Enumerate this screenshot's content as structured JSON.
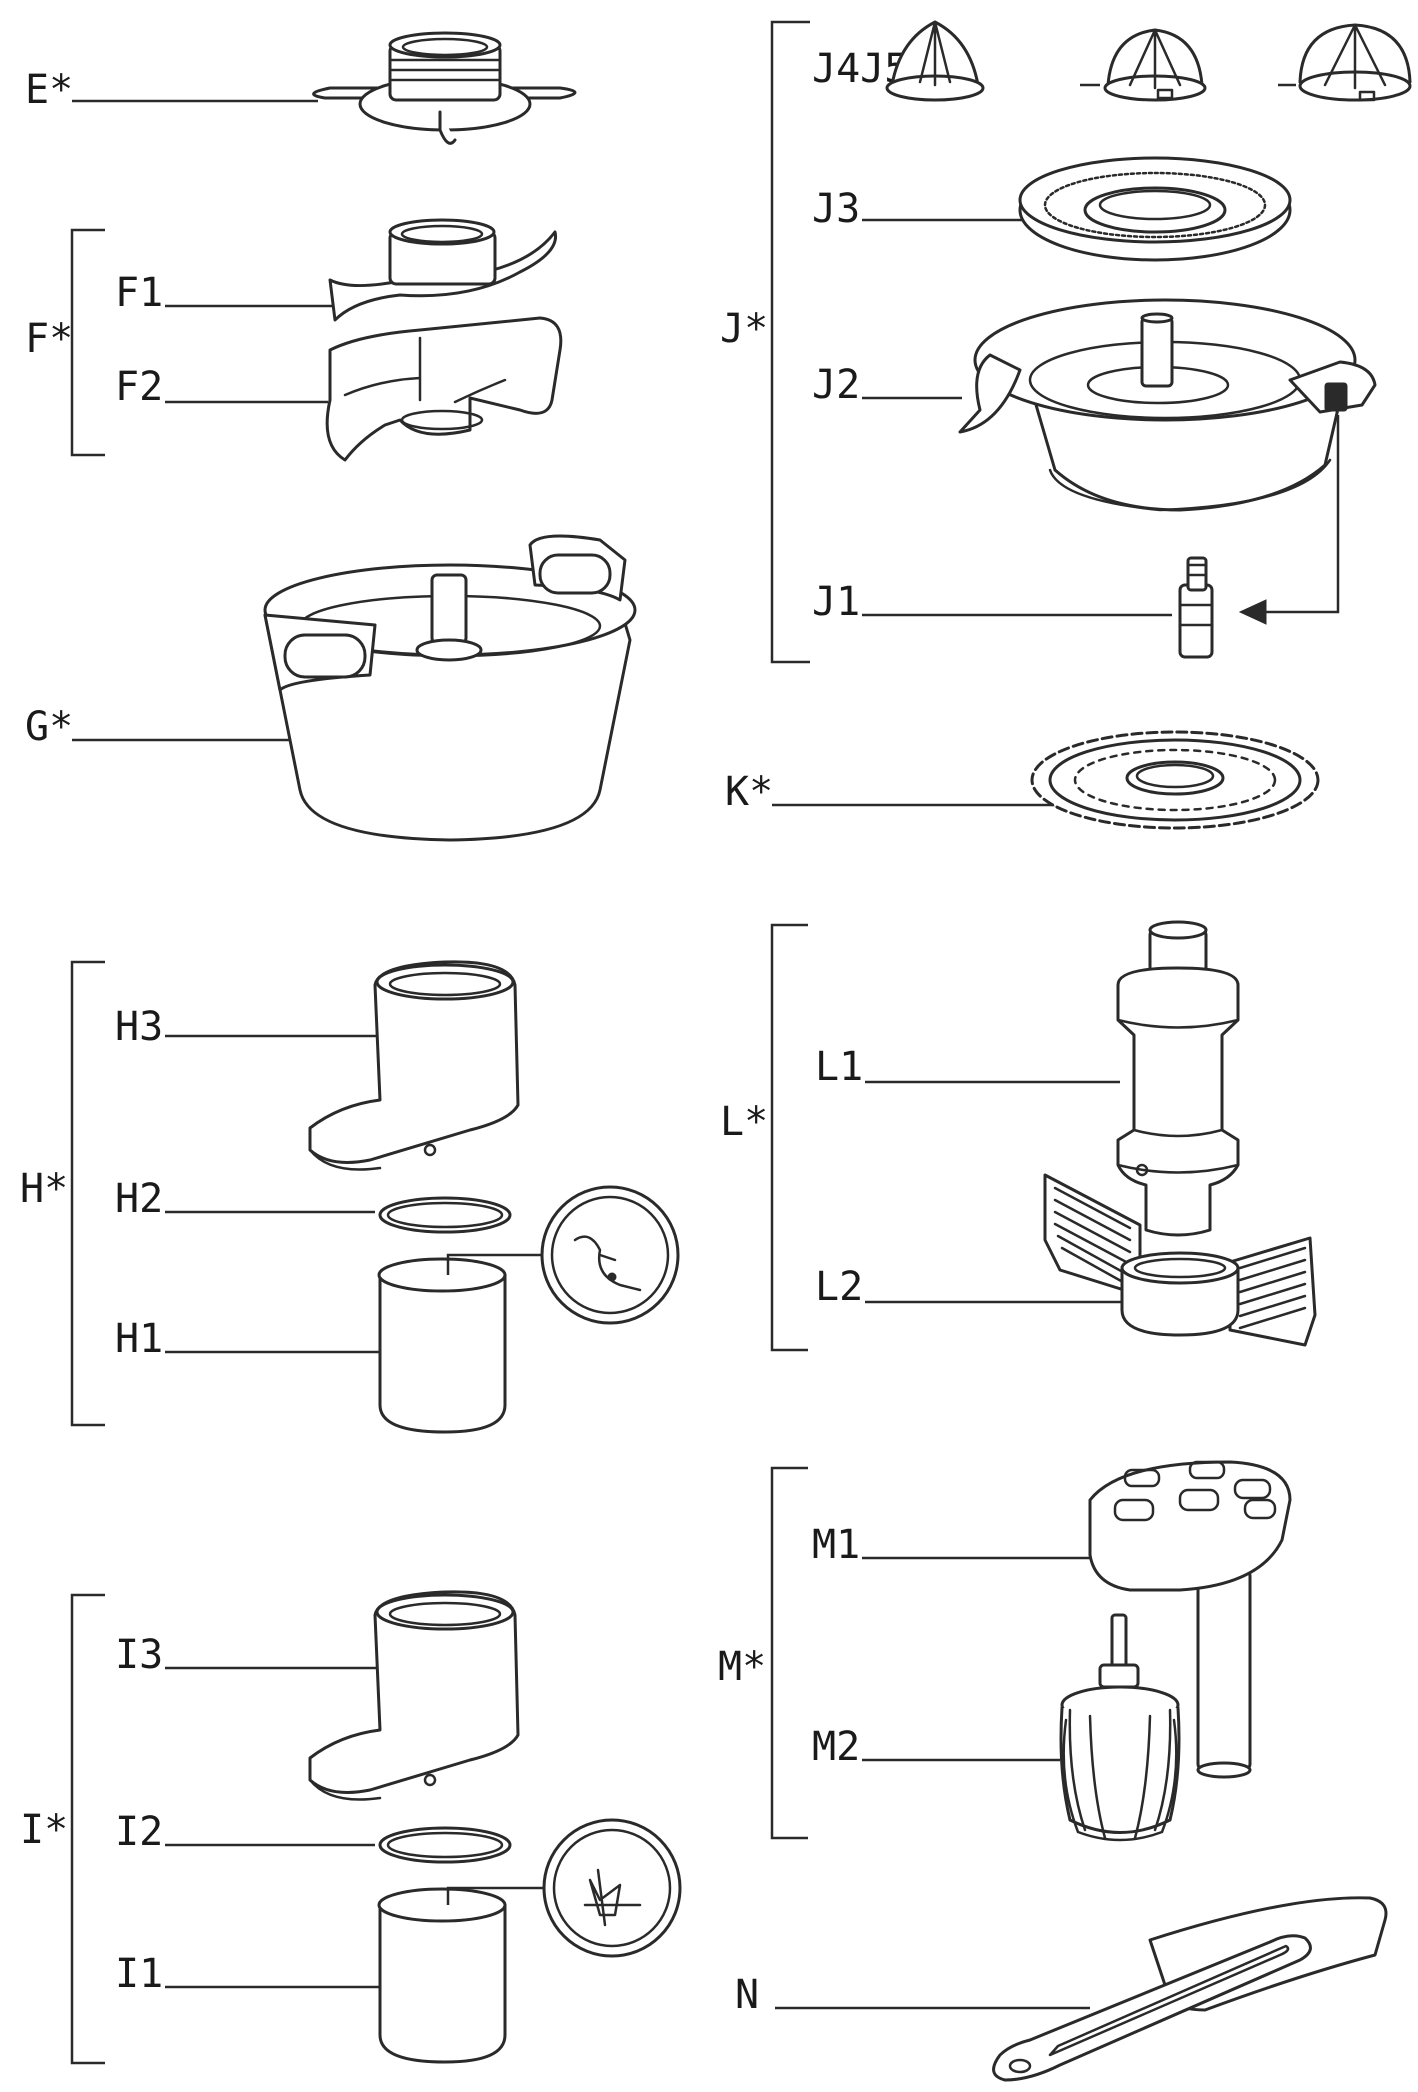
{
  "labels": {
    "E": "E*",
    "F": "F*",
    "F1": "F1",
    "F2": "F2",
    "G": "G*",
    "H": "H*",
    "H1": "H1",
    "H2": "H2",
    "H3": "H3",
    "I": "I*",
    "I1": "I1",
    "I2": "I2",
    "I3": "I3",
    "J": "J*",
    "J1": "J1",
    "J2": "J2",
    "J3": "J3",
    "J4J5J6": "J4J5J6.",
    "K": "K*",
    "L": "L*",
    "L1": "L1",
    "L2": "L2",
    "M": "M*",
    "M1": "M1",
    "M2": "M2",
    "N": "N"
  },
  "colors": {
    "ink": "#2a2a2a",
    "background": "#ffffff"
  }
}
